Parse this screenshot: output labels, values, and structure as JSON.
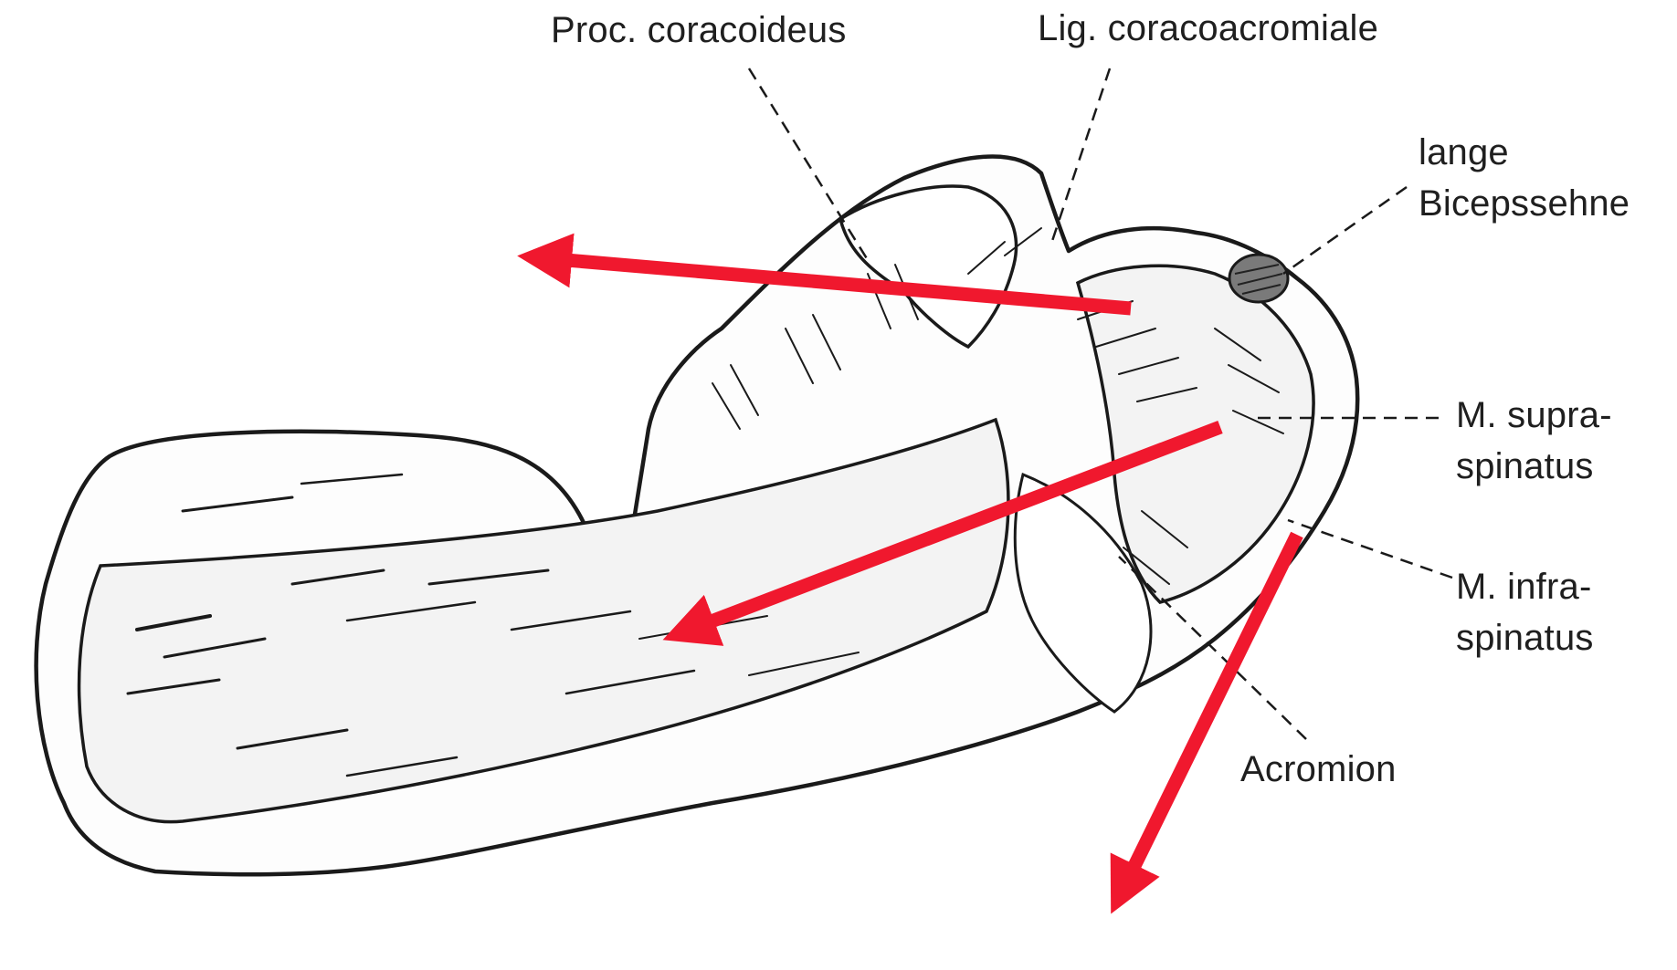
{
  "labels": {
    "proc_coracoideus": "Proc. coracoideus",
    "lig_coracoacromiale": "Lig. coracoacromiale",
    "lange_bicepssehne_line1": "lange",
    "lange_bicepssehne_line2": "Bicepssehne",
    "m_supraspinatus_line1": "M. supra-",
    "m_supraspinatus_line2": "spinatus",
    "m_infraspinatus_line1": "M. infra-",
    "m_infraspinatus_line2": "spinatus",
    "acromion": "Acromion"
  },
  "colors": {
    "arrow": "#f0182e",
    "ink": "#1a1a1a",
    "muscle_fill": "#f3f3f3"
  }
}
